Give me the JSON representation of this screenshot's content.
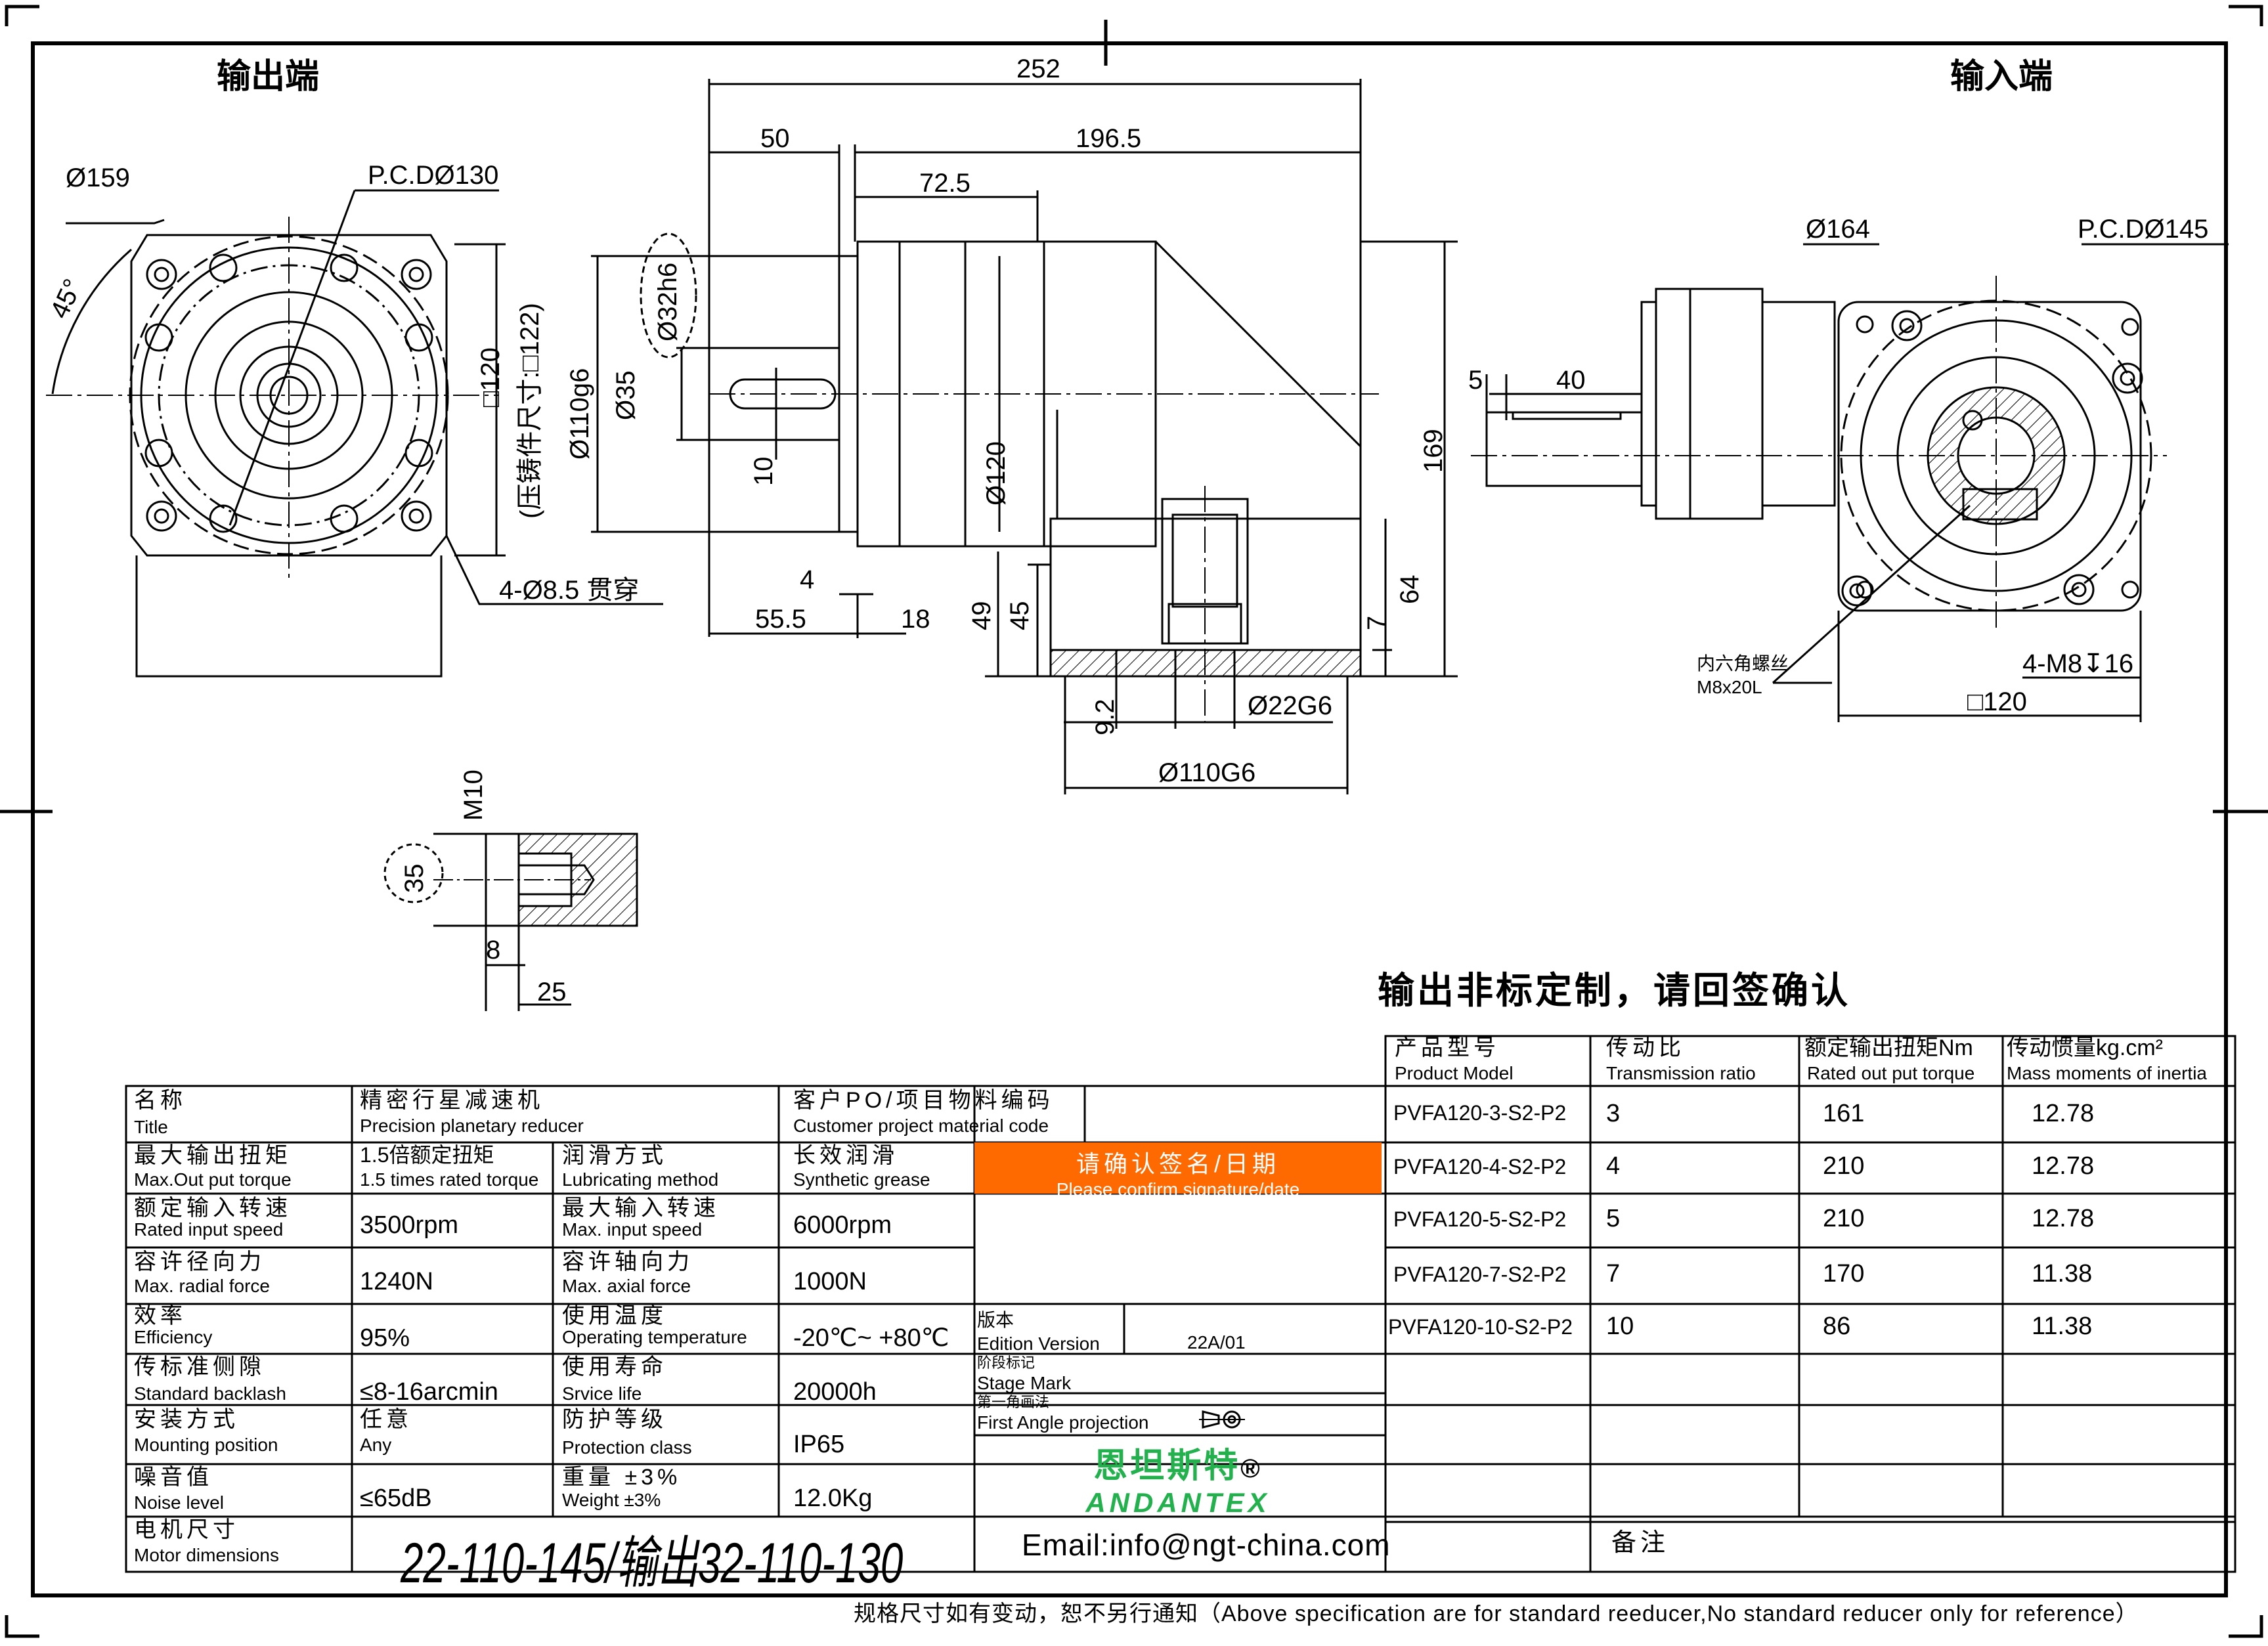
{
  "drawing": {
    "output_end_label": "输出端",
    "input_end_label": "输入端",
    "front_view": {
      "dia_outer": "Ø159",
      "pcd": "P.C.DØ130",
      "angle": "45°",
      "square": "□120",
      "cast_note": "(压铸件尺寸:□122)",
      "hole_note": "4-Ø8.5 贯穿"
    },
    "side_view": {
      "total_length": "252",
      "shaft_length": "50",
      "body_length": "196.5",
      "flange_length": "72.5",
      "shaft_dia": "Ø32h6",
      "pilot_dia": "Ø110g6",
      "shaft_dia2": "Ø35",
      "key_width": "10",
      "body_dia": "Ø120",
      "height": "169",
      "dim_4": "4",
      "dim_55_5": "55.5",
      "dim_18": "18",
      "dim_49": "49",
      "dim_45": "45",
      "dim_64": "64",
      "dim_7": "7",
      "dim_9_2": "9.2",
      "input_bore": "Ø22G6",
      "input_pilot": "Ø110G6",
      "dim_5": "5",
      "dim_40": "40"
    },
    "input_view": {
      "dia_outer": "Ø164",
      "pcd": "P.C.DØ145",
      "screw_cn": "内六角螺丝",
      "screw_spec": "M8x20L",
      "tap_note": "4-M8↧16",
      "square": "□120"
    },
    "detail": {
      "thread": "M10",
      "dia": "35",
      "depth1": "8",
      "depth2": "25"
    }
  },
  "confirm_title": "输出非标定制，请回签确认",
  "spec_table": {
    "headers": [
      {
        "cn": "产品型号",
        "en": "Product Model"
      },
      {
        "cn": "传动比",
        "en": "Transmission ratio"
      },
      {
        "cn": "额定输出扭矩Nm",
        "en": "Rated out put torque"
      },
      {
        "cn": "传动惯量kg.cm²",
        "en": "Mass moments of inertia"
      }
    ],
    "rows": [
      {
        "model": "PVFA120-3-S2-P2",
        "ratio": "3",
        "torque": "161",
        "inertia": "12.78"
      },
      {
        "model": "PVFA120-4-S2-P2",
        "ratio": "4",
        "torque": "210",
        "inertia": "12.78"
      },
      {
        "model": "PVFA120-5-S2-P2",
        "ratio": "5",
        "torque": "210",
        "inertia": "12.78"
      },
      {
        "model": "PVFA120-7-S2-P2",
        "ratio": "7",
        "torque": "170",
        "inertia": "11.38"
      },
      {
        "model": "PVFA120-10-S2-P2",
        "ratio": "10",
        "torque": "86",
        "inertia": "11.38"
      }
    ]
  },
  "title_block": {
    "name_cn": "名称",
    "name_en": "Title",
    "product_cn": "精密行星减速机",
    "product_en": "Precision planetary reducer",
    "customer_cn": "客户PO/项目物料编码",
    "customer_en": "Customer project material code",
    "max_torque_cn": "最大输出扭矩",
    "max_torque_en": "Max.Out put torque",
    "max_torque_val_cn": "1.5倍额定扭矩",
    "max_torque_val_en": "1.5 times rated torque",
    "lube_cn": "润滑方式",
    "lube_en": "Lubricating method",
    "lube_val_cn": "长效润滑",
    "lube_val_en": "Synthetic grease",
    "confirm_cn": "请确认签名/日期",
    "confirm_en": "Please confirm signature/date",
    "rated_speed_cn": "额定输入转速",
    "rated_speed_en": "Rated input speed",
    "rated_speed_val": "3500rpm",
    "max_speed_cn": "最大输入转速",
    "max_speed_en": "Max. input speed",
    "max_speed_val": "6000rpm",
    "radial_cn": "容许径向力",
    "radial_en": "Max. radial force",
    "radial_val": "1240N",
    "axial_cn": "容许轴向力",
    "axial_en": "Max. axial force",
    "axial_val": "1000N",
    "eff_cn": "效率",
    "eff_en": "Efficiency",
    "eff_val": "95%",
    "temp_cn": "使用温度",
    "temp_en": "Operating temperature",
    "temp_val": "-20℃~ +80℃",
    "edition_cn": "版本",
    "edition_en": "Edition Version",
    "edition_val": "22A/01",
    "backlash_cn": "传标准侧隙",
    "backlash_en": "Standard backlash",
    "backlash_val": "≤8-16arcmin",
    "life_cn": "使用寿命",
    "life_en": "Srvice life",
    "life_val": "20000h",
    "stage_cn": "阶段标记",
    "stage_en": "Stage Mark",
    "mount_cn": "安装方式",
    "mount_en": "Mounting position",
    "mount_val": "任意",
    "mount_val_en": "Any",
    "protect_cn": "防护等级",
    "protect_en": "Protection class",
    "protect_val": "IP65",
    "proj_cn": "第一角画法",
    "proj_en": "First Angle projection",
    "noise_cn": "噪音值",
    "noise_en": "Noise level",
    "noise_val": "≤65dB",
    "weight_cn": "重量 ±3%",
    "weight_en": "Weight ±3%",
    "weight_val": "12.0Kg",
    "motor_cn": "电机尺寸",
    "motor_en": "Motor dimensions",
    "motor_val": "22-110-145/输出32-110-130",
    "email": "Email:info@ngt-china.com",
    "remark_cn": "备注",
    "logo_cn": "恩坦斯特",
    "logo_reg": "®",
    "logo_en": "ANDANTEX"
  },
  "footer_note": "规格尺寸如有变动，恕不另行通知（Above specification are for standard reeducer,No standard reducer only for reference）"
}
